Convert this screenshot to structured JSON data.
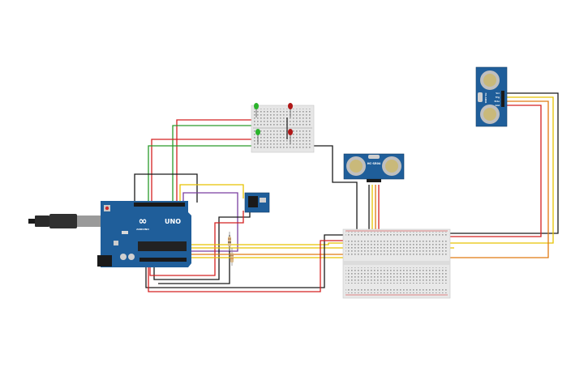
{
  "arduino": {
    "brand": "UNO",
    "logo_text": "∞",
    "subtitle": "ARDUINO"
  },
  "sensor_small": {
    "model": "HC-SR04"
  },
  "sensor_right": {
    "model": "HC-SR04",
    "pins": [
      "Vcc",
      "Trig",
      "Echo",
      "Gnd"
    ]
  },
  "colors": {
    "board": "#1f5e9a",
    "breadboard": "#e8e8e8",
    "wire_red": "#d42020",
    "wire_black": "#1a1a1a",
    "wire_green": "#2a9a2a",
    "wire_yellow": "#e6c200",
    "wire_orange": "#e07a10",
    "wire_purple": "#7a3fa0",
    "led_green": "#2bb32b",
    "led_red": "#b01818"
  }
}
